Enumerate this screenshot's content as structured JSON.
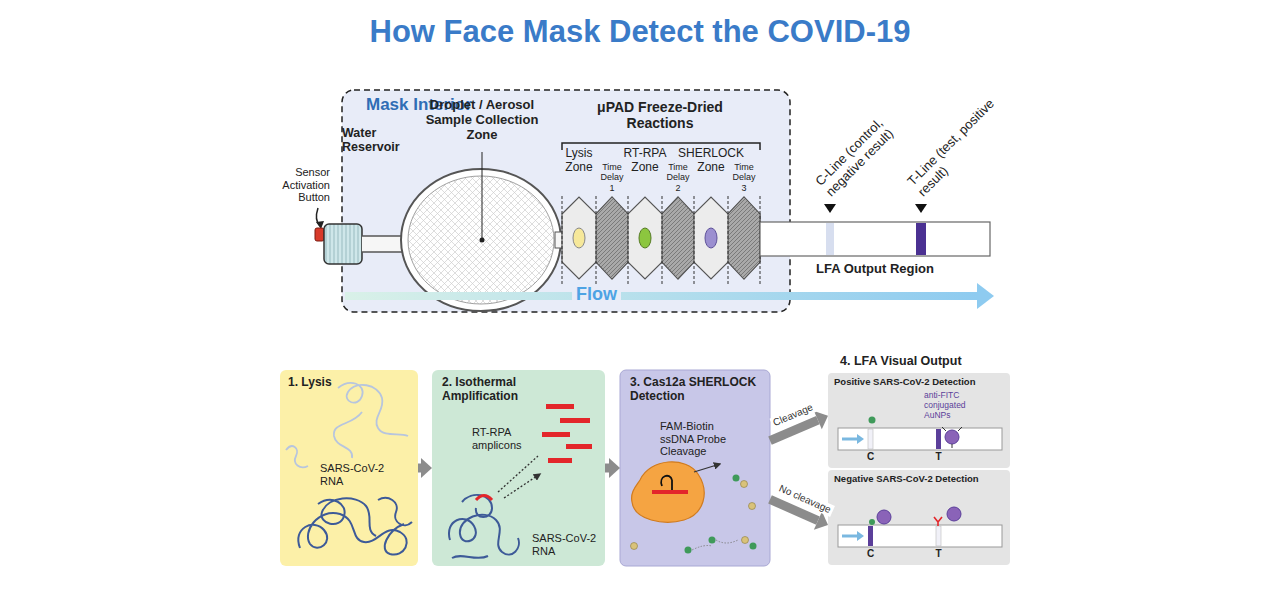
{
  "diagram": {
    "title": "How Face Mask Detect the COVID-19",
    "nodes": [
      {
        "text": [
          "Mask Interior"
        ]
      },
      {
        "text": [
          "Water Reservoir"
        ],
        "in": 0
      },
      {
        "text": [
          "Droplet / Aerosol Sample Collection Zone"
        ],
        "in": 0
      },
      {
        "text": [
          "Lysis Zone"
        ],
        "in": 0
      },
      {
        "text": [
          "Time Delay 1"
        ],
        "in": 0
      },
      {
        "text": [
          "RT-RPA Zone"
        ],
        "in": 0
      },
      {
        "text": [
          "Time Delay 2"
        ],
        "in": 0
      },
      {
        "text": [
          "SHERLOCK Zone"
        ],
        "in": 0
      },
      {
        "text": [
          "Time Delay 3"
        ],
        "in": 0
      },
      {
        "text": [
          "LFA Output Region"
        ]
      },
      {
        "text": [
          "1. Lysis",
          "SARS-CoV-2 RNA"
        ]
      },
      {
        "text": [
          "2. Isothermal Amplification",
          "RT-RPA amplicons",
          "SARS-CoV-2 RNA"
        ]
      },
      {
        "text": [
          "3. Cas12a SHERLOCK Detection",
          "FAM-Biotin ssDNA Probe Cleavage"
        ]
      },
      {
        "text": [
          "Positive SARS-CoV-2 Detection",
          "anti-FITC conjugated AuNPs",
          "C",
          "T"
        ]
      },
      {
        "text": [
          "Negative SARS-CoV-2 Detection",
          "C",
          "T"
        ]
      }
    ],
    "edges": [
      {
        "from": 10,
        "to": 11,
        "arrow": "to"
      },
      {
        "from": 11,
        "to": 12,
        "arrow": "to"
      },
      {
        "from": 12,
        "to": 13,
        "label": "Cleavage",
        "arrow": "to"
      },
      {
        "from": 12,
        "to": 14,
        "label": "No cleavage",
        "arrow": "to"
      }
    ],
    "labels": [
      "Sensor Activation Button",
      "μPAD Freeze-Dried Reactions",
      "C-Line (control, negative result)",
      "T-Line (test, positive result)",
      "Flow",
      "4. LFA Visual Output"
    ]
  }
}
